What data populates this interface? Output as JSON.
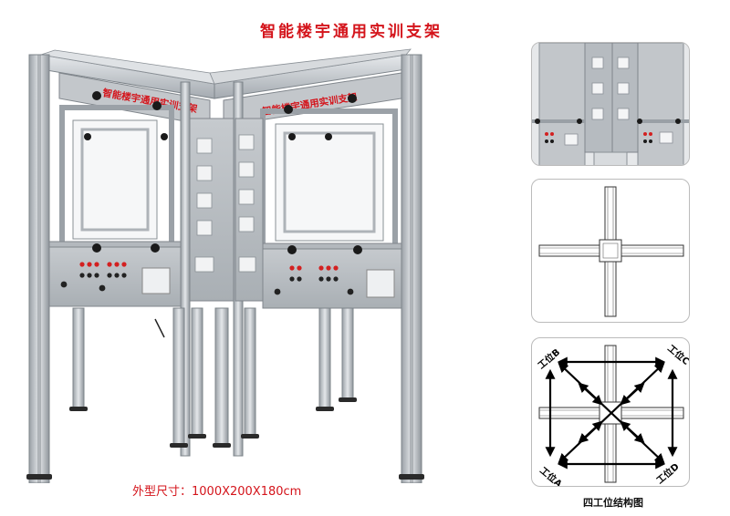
{
  "title": "智能楼宇通用实训支架",
  "frame_sign_left": "智能楼宇通用实训支架",
  "frame_sign_right": "智能楼宇通用实训支架",
  "dimensions": "外型尺寸：1000X200X180cm",
  "station_labels": {
    "top_left": "工位B",
    "top_right": "工位C",
    "bottom_left": "工位A",
    "bottom_right": "工位D"
  },
  "diagram_caption": "四工位结构图",
  "colors": {
    "title_red": "#d4141b",
    "aluminum": "#c9ccd0",
    "aluminum_dark": "#8f959b",
    "panel_gray": "#b9bec3"
  }
}
